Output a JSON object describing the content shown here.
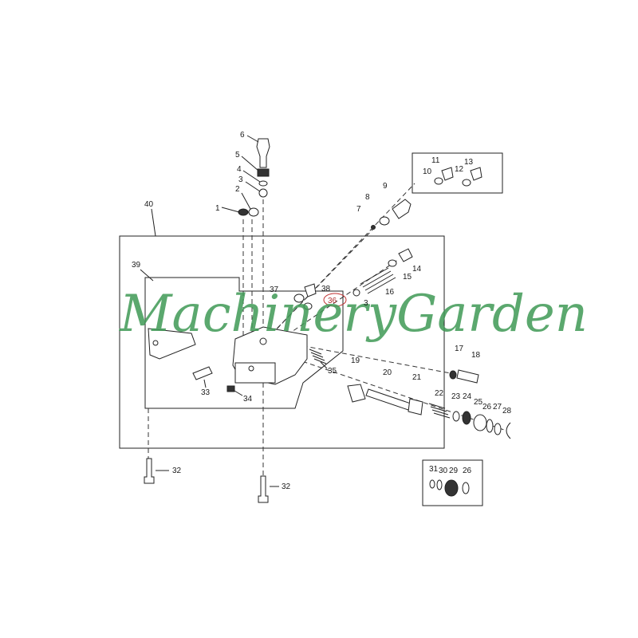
{
  "watermark": "MachineryGarden",
  "callouts": {
    "c1": "1",
    "c2": "2",
    "c3a": "3",
    "c3b": "3",
    "c4": "4",
    "c5": "5",
    "c6": "6",
    "c7": "7",
    "c8": "8",
    "c9": "9",
    "c10": "10",
    "c11": "11",
    "c12": "12",
    "c13": "13",
    "c14": "14",
    "c15": "15",
    "c16": "16",
    "c17": "17",
    "c18": "18",
    "c19": "19",
    "c20": "20",
    "c21": "21",
    "c22": "22",
    "c23": "23",
    "c24": "24",
    "c25": "25",
    "c26a": "26",
    "c26b": "26",
    "c27": "27",
    "c28": "28",
    "c29": "29",
    "c30": "30",
    "c31": "31",
    "c32a": "32",
    "c32b": "32",
    "c33": "33",
    "c34": "34",
    "c35": "35",
    "c36": "36",
    "c37": "37",
    "c38": "38",
    "c39": "39",
    "c40": "40"
  }
}
